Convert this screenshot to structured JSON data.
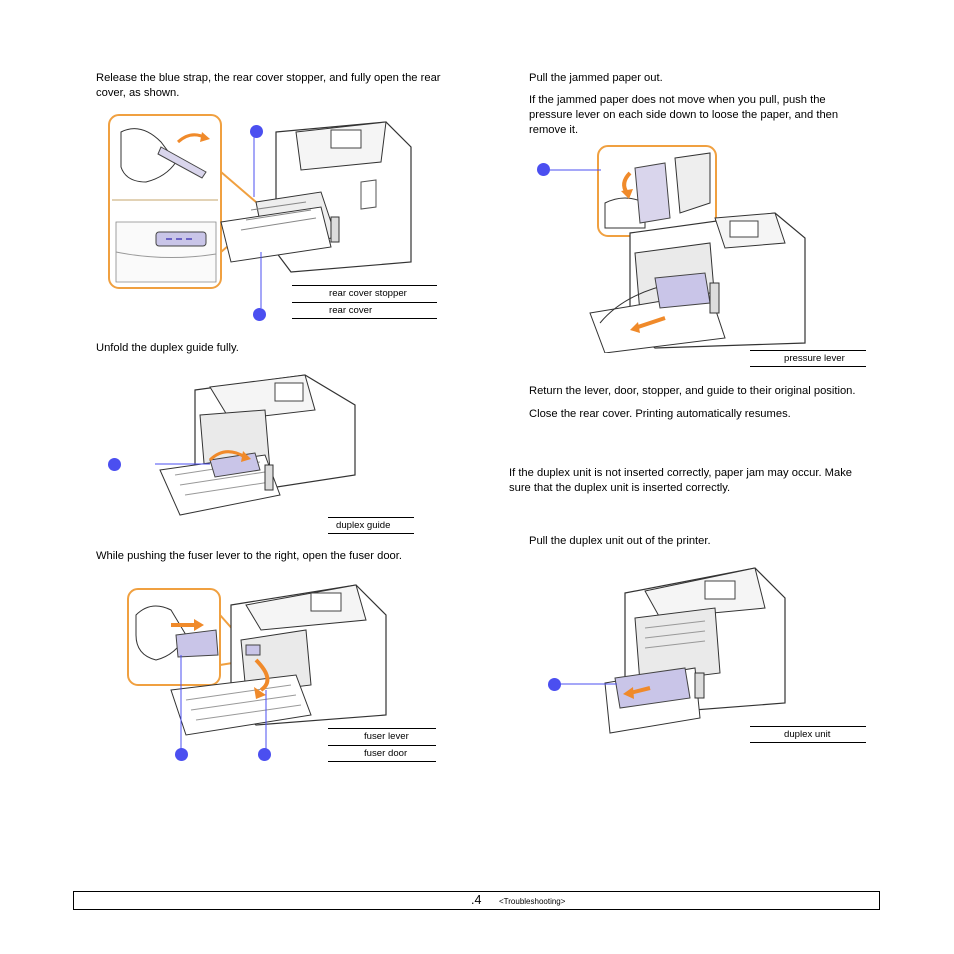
{
  "left": {
    "step_rear_cover": "Release the blue strap, the rear cover stopper, and fully open the rear cover, as shown.",
    "legend_rear": [
      "rear cover stopper",
      "rear cover"
    ],
    "step_duplex_guide": "Unfold the duplex guide fully.",
    "legend_duplex_guide": [
      "duplex guide"
    ],
    "step_fuser": "While pushing the fuser lever to the right, open the fuser door.",
    "legend_fuser": [
      "fuser lever",
      "fuser door"
    ]
  },
  "right": {
    "step_pull": "Pull the jammed paper out.",
    "step_pressure": "If the jammed paper does not move when you pull, push the pressure lever on each side down to loose the paper, and then remove it.",
    "legend_pressure": [
      "pressure lever"
    ],
    "step_return": "Return the lever, door, stopper, and guide to their original position.",
    "step_close": "Close the rear cover. Printing automatically resumes.",
    "note_duplex": "If the duplex unit is not inserted correctly, paper jam may occur. Make sure that the duplex unit is inserted correctly.",
    "step_pull_duplex": "Pull the duplex unit out of the printer.",
    "legend_duplex_unit": [
      "duplex unit"
    ]
  },
  "footer": {
    "page": ".4",
    "section": "<Troubleshooting>"
  },
  "colors": {
    "callout": "#4b4ff0",
    "highlight_frame": "#f0a040",
    "arrow": "#f08a2a"
  }
}
